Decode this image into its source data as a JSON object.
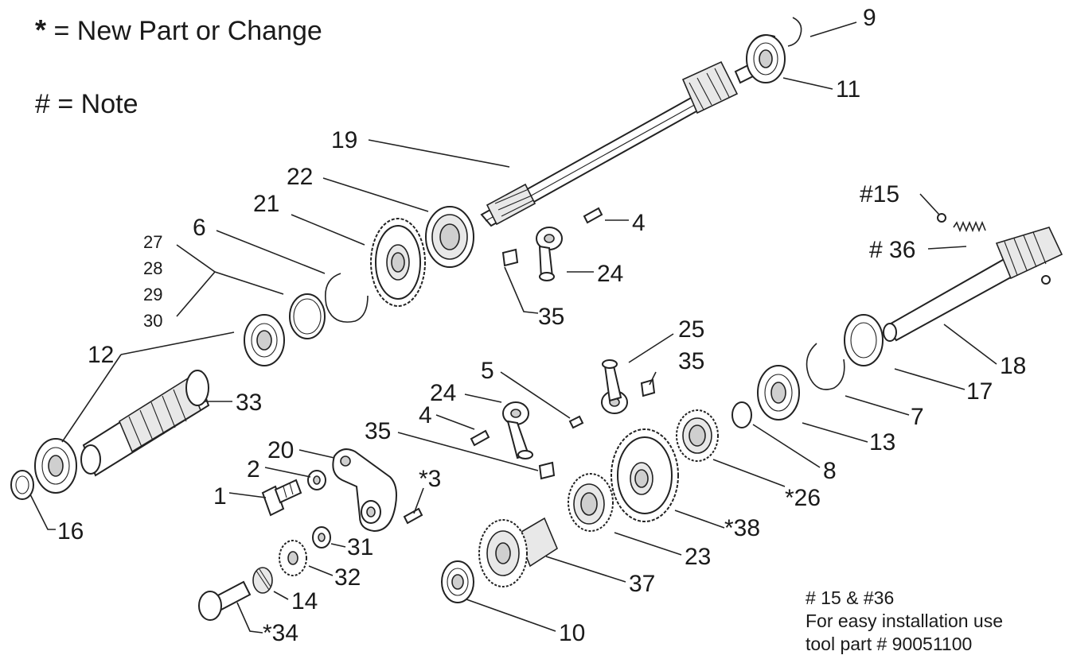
{
  "legend": {
    "new_symbol": "*",
    "new_text": "= New Part or Change",
    "note_symbol": "#",
    "note_text": "= Note"
  },
  "install_note": {
    "line1": "# 15 & #36",
    "line2": "For easy installation use",
    "line3": "tool part # 90051100"
  },
  "callouts": [
    {
      "id": "c9",
      "text": "9"
    },
    {
      "id": "c11",
      "text": "11"
    },
    {
      "id": "c19",
      "text": "19"
    },
    {
      "id": "c22",
      "text": "22"
    },
    {
      "id": "c21",
      "text": "21"
    },
    {
      "id": "c6",
      "text": "6"
    },
    {
      "id": "c27",
      "text": "27"
    },
    {
      "id": "c28",
      "text": "28"
    },
    {
      "id": "c29",
      "text": "29"
    },
    {
      "id": "c30",
      "text": "30"
    },
    {
      "id": "c4a",
      "text": "4"
    },
    {
      "id": "c24a",
      "text": "24"
    },
    {
      "id": "c35a",
      "text": "35"
    },
    {
      "id": "c15",
      "text": "#15"
    },
    {
      "id": "c36",
      "text": "# 36"
    },
    {
      "id": "c12",
      "text": "12"
    },
    {
      "id": "c33",
      "text": "33"
    },
    {
      "id": "c25",
      "text": "25"
    },
    {
      "id": "c35b",
      "text": "35"
    },
    {
      "id": "c18",
      "text": "18"
    },
    {
      "id": "c17",
      "text": "17"
    },
    {
      "id": "c5",
      "text": "5"
    },
    {
      "id": "c24b",
      "text": "24"
    },
    {
      "id": "c4b",
      "text": "4"
    },
    {
      "id": "c35c",
      "text": "35"
    },
    {
      "id": "c7",
      "text": "7"
    },
    {
      "id": "c13",
      "text": "13"
    },
    {
      "id": "c20",
      "text": "20"
    },
    {
      "id": "c2",
      "text": "2"
    },
    {
      "id": "c1",
      "text": "1"
    },
    {
      "id": "c3",
      "text": "*3"
    },
    {
      "id": "c8",
      "text": "8"
    },
    {
      "id": "c26",
      "text": "*26"
    },
    {
      "id": "c38",
      "text": "*38"
    },
    {
      "id": "c16",
      "text": "16"
    },
    {
      "id": "c31",
      "text": "31"
    },
    {
      "id": "c32",
      "text": "32"
    },
    {
      "id": "c23",
      "text": "23"
    },
    {
      "id": "c14",
      "text": "14"
    },
    {
      "id": "c37",
      "text": "37"
    },
    {
      "id": "c34",
      "text": "*34"
    },
    {
      "id": "c10",
      "text": "10"
    }
  ]
}
